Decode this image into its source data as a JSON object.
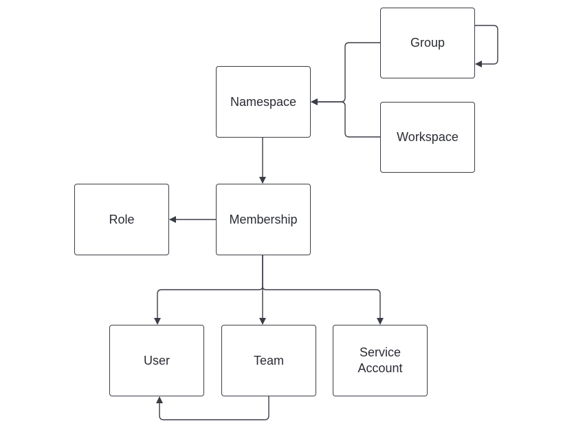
{
  "diagram": {
    "nodes": {
      "group": "Group",
      "namespace": "Namespace",
      "workspace": "Workspace",
      "role": "Role",
      "membership": "Membership",
      "user": "User",
      "team": "Team",
      "service_account": "Service Account"
    },
    "edges": [
      {
        "from": "group",
        "to": "namespace"
      },
      {
        "from": "workspace",
        "to": "namespace"
      },
      {
        "from": "group",
        "to": "group"
      },
      {
        "from": "namespace",
        "to": "membership"
      },
      {
        "from": "membership",
        "to": "role"
      },
      {
        "from": "membership",
        "to": "user"
      },
      {
        "from": "membership",
        "to": "team"
      },
      {
        "from": "membership",
        "to": "service_account"
      },
      {
        "from": "team",
        "to": "user"
      }
    ],
    "colors": {
      "line": "#3a3d45",
      "text": "#2a2c33",
      "box_border": "#3a3d45",
      "background": "#ffffff"
    }
  }
}
